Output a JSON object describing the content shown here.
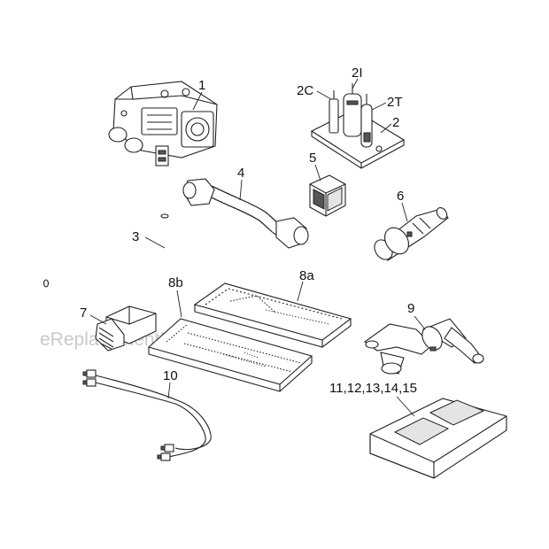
{
  "watermark": "eReplacementParts.com",
  "labels": {
    "p1": "1",
    "p2": "2",
    "p2c": "2C",
    "p2i": "2I",
    "p2t": "2T",
    "p3": "3",
    "p4": "4",
    "p5": "5",
    "p6": "6",
    "p7": "7",
    "p8a": "8a",
    "p8b": "8b",
    "p9": "9",
    "p10": "10",
    "p11_15": "11,12,13,14,15"
  }
}
